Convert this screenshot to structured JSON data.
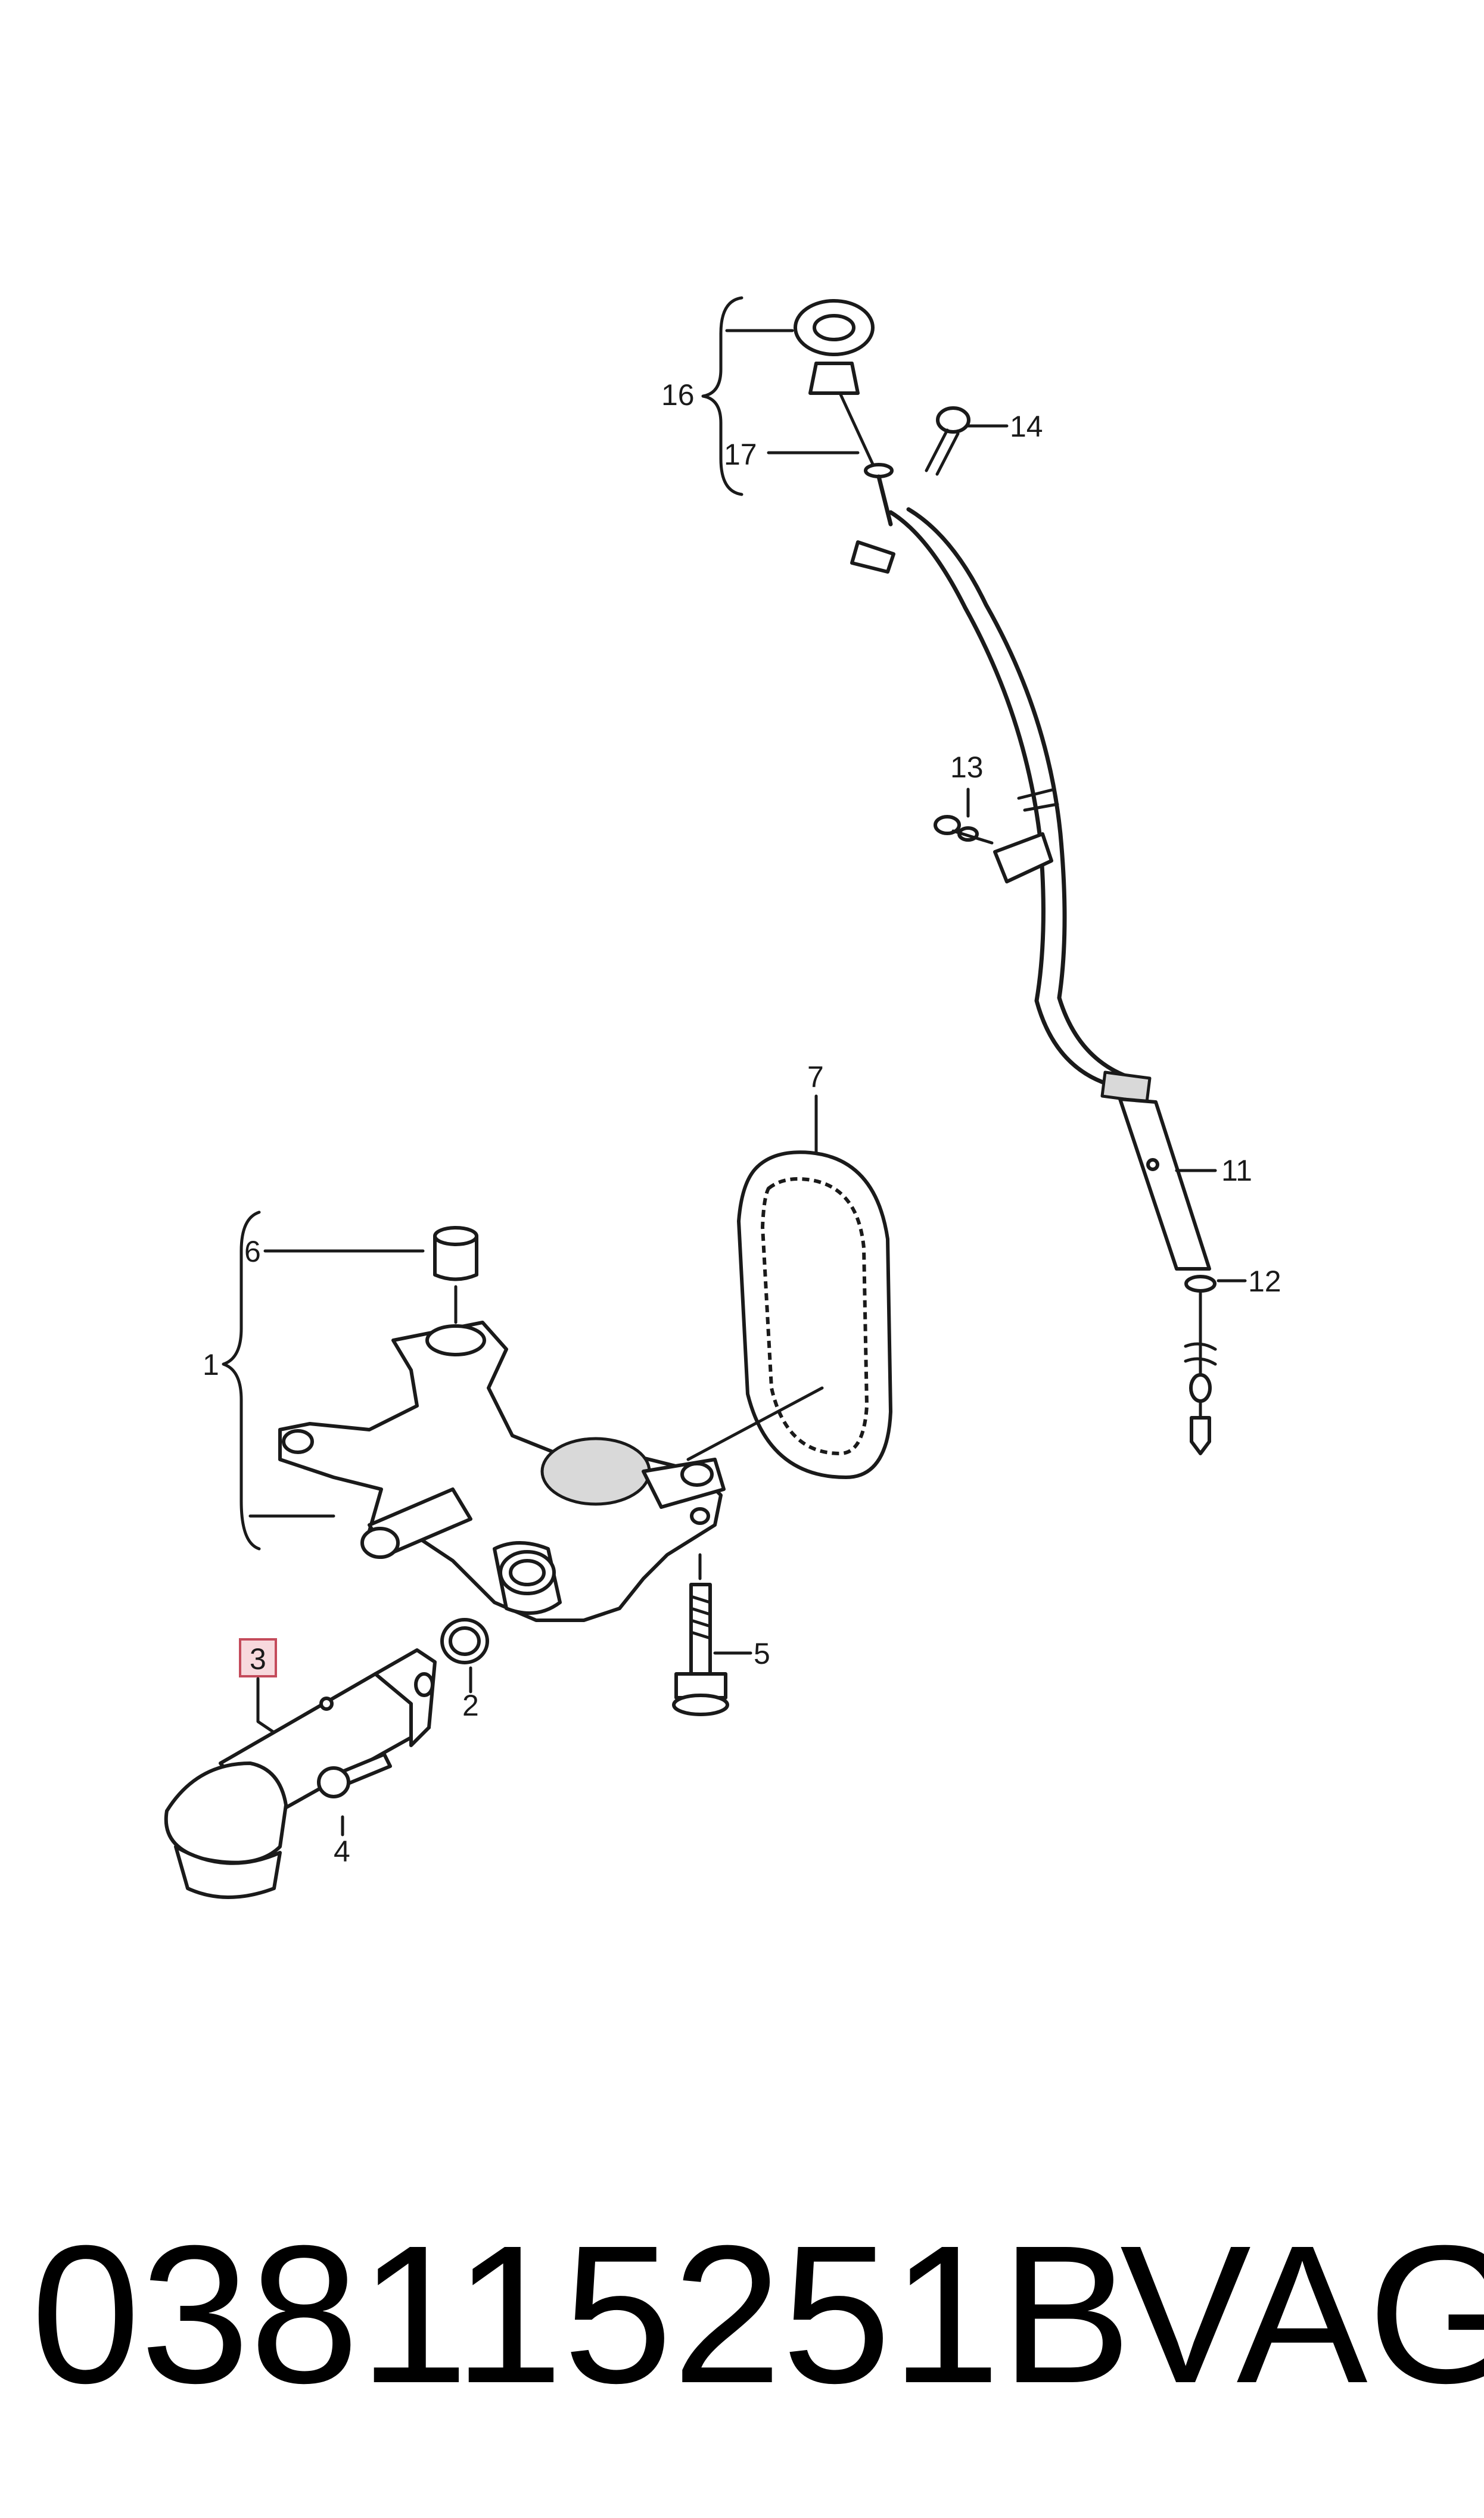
{
  "callouts": {
    "c1": "1",
    "c2": "2",
    "c3": "3",
    "c4": "4",
    "c5": "5",
    "c6": "6",
    "c7": "7",
    "c11": "11",
    "c12": "12",
    "c13": "13",
    "c14": "14",
    "c16": "16",
    "c17": "17"
  },
  "highlighted_callout": "3",
  "caption": {
    "part_number": "038115251B",
    "brand": "VAG"
  },
  "colors": {
    "highlight_fill": "#f7d9dd",
    "highlight_border": "#c44b5b",
    "line": "#1a1a1a"
  }
}
